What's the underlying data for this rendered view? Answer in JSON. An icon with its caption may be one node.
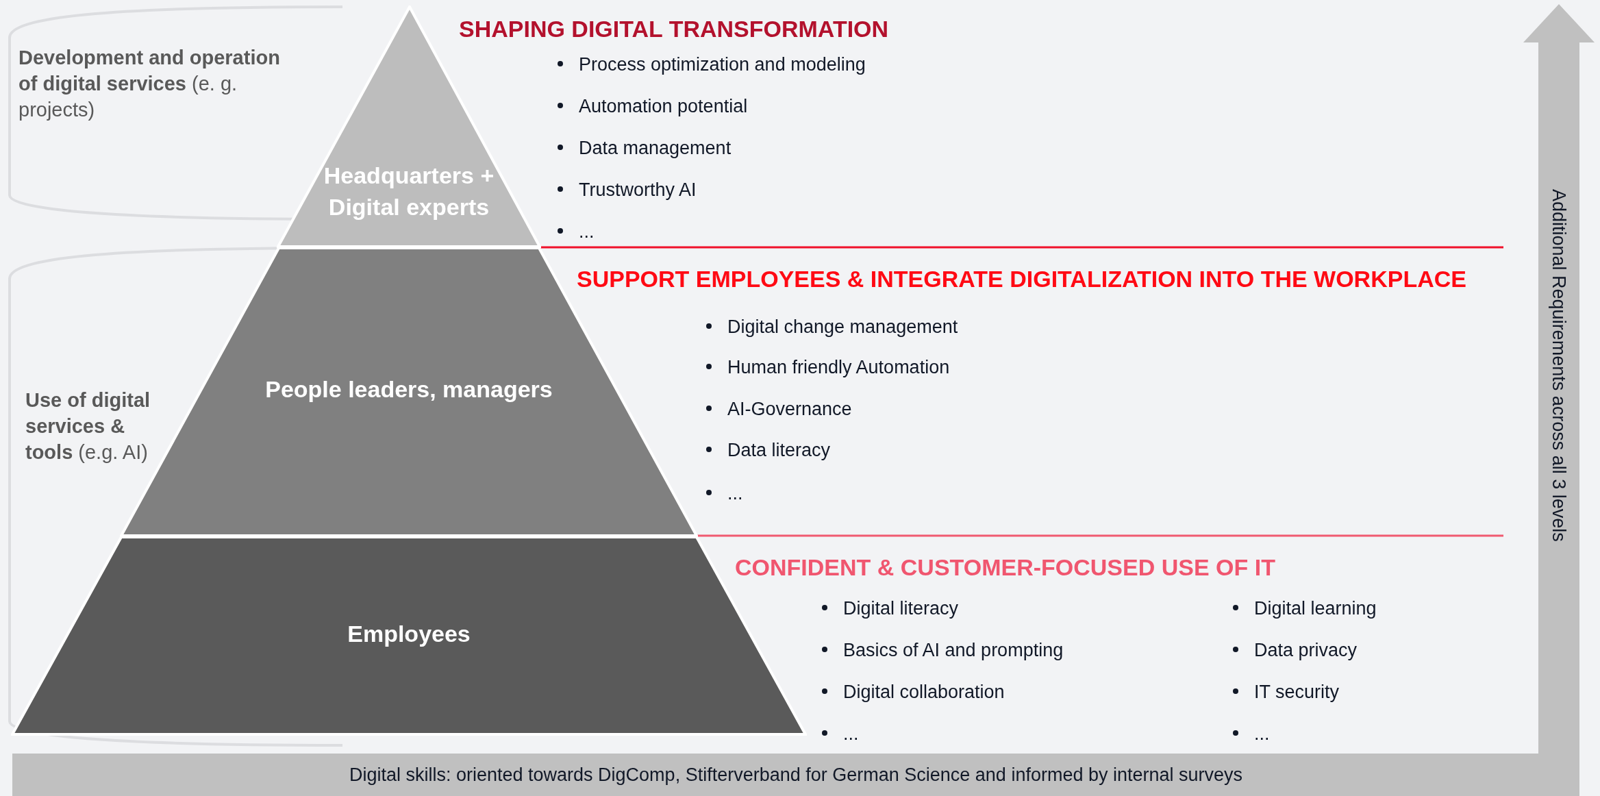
{
  "diagram": {
    "nodes": [
      {
        "text": [
          "Headquarters + Digital experts"
        ]
      },
      {
        "text": [
          "People leaders, managers"
        ]
      },
      {
        "text": [
          "Employees"
        ]
      },
      {
        "text": [
          "Digital skills: oriented towards DigComp, Stifterverband for German Science and informed by internal surveys"
        ]
      },
      {
        "text": [
          "Additional Requirements across all 3 levels"
        ]
      }
    ],
    "labels": [
      "**Development and operation of digital services** (e. g. projects)",
      "SHAPING DIGITAL TRANSFORMATION",
      "Process optimization and modeling",
      "Automation potential",
      "Data management",
      "Trustworthy AI",
      "...",
      "SUPPORT EMPLOYEES & INTEGRATE DIGITALIZATION INTO THE WORKPLACE",
      "Digital change management",
      "Human friendly Automation",
      "AI-Governance",
      "Data literacy",
      "...",
      "**Use of digital services & tools** (e.g. AI)",
      "CONFIDENT & CUSTOMER-FOCUSED USE OF IT",
      "Digital literacy",
      "Basics of AI and prompting",
      "Digital collaboration",
      "...",
      "Digital learning",
      "Data privacy",
      "IT security",
      "..."
    ]
  }
}
